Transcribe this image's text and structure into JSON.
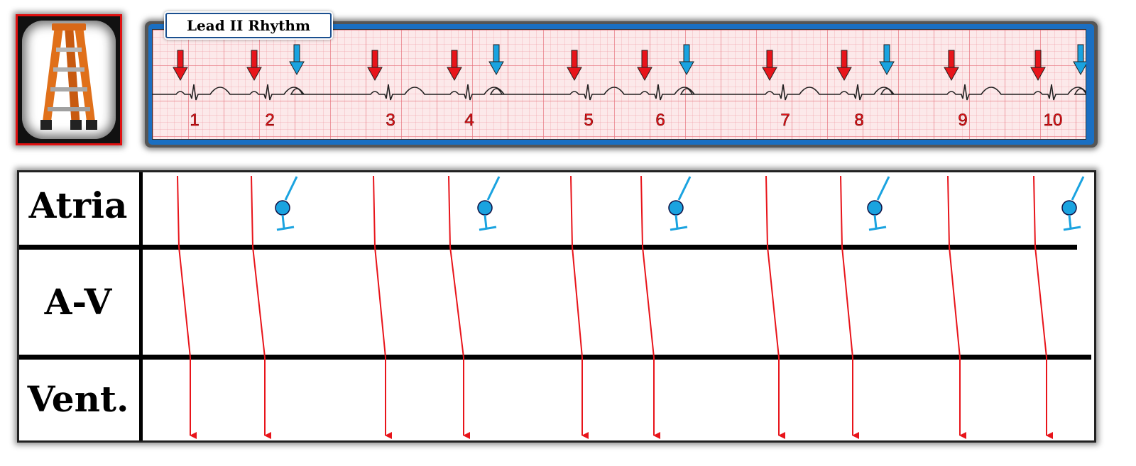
{
  "strip": {
    "title": "Lead II Rhythm",
    "beat_numbers": [
      "1",
      "2",
      "3",
      "4",
      "5",
      "6",
      "7",
      "8",
      "9",
      "10"
    ]
  },
  "ladder": {
    "rows": [
      "Atria",
      "A-V",
      "Vent."
    ]
  },
  "colors": {
    "conducted": "#e8141a",
    "blocked": "#1aa3e0",
    "strip_frame": "#1a6fc2",
    "frame_red": "#e01010"
  },
  "icons": [
    "ladder-photo-icon",
    "down-arrow-icon",
    "blocked-p-wave-icon"
  ]
}
